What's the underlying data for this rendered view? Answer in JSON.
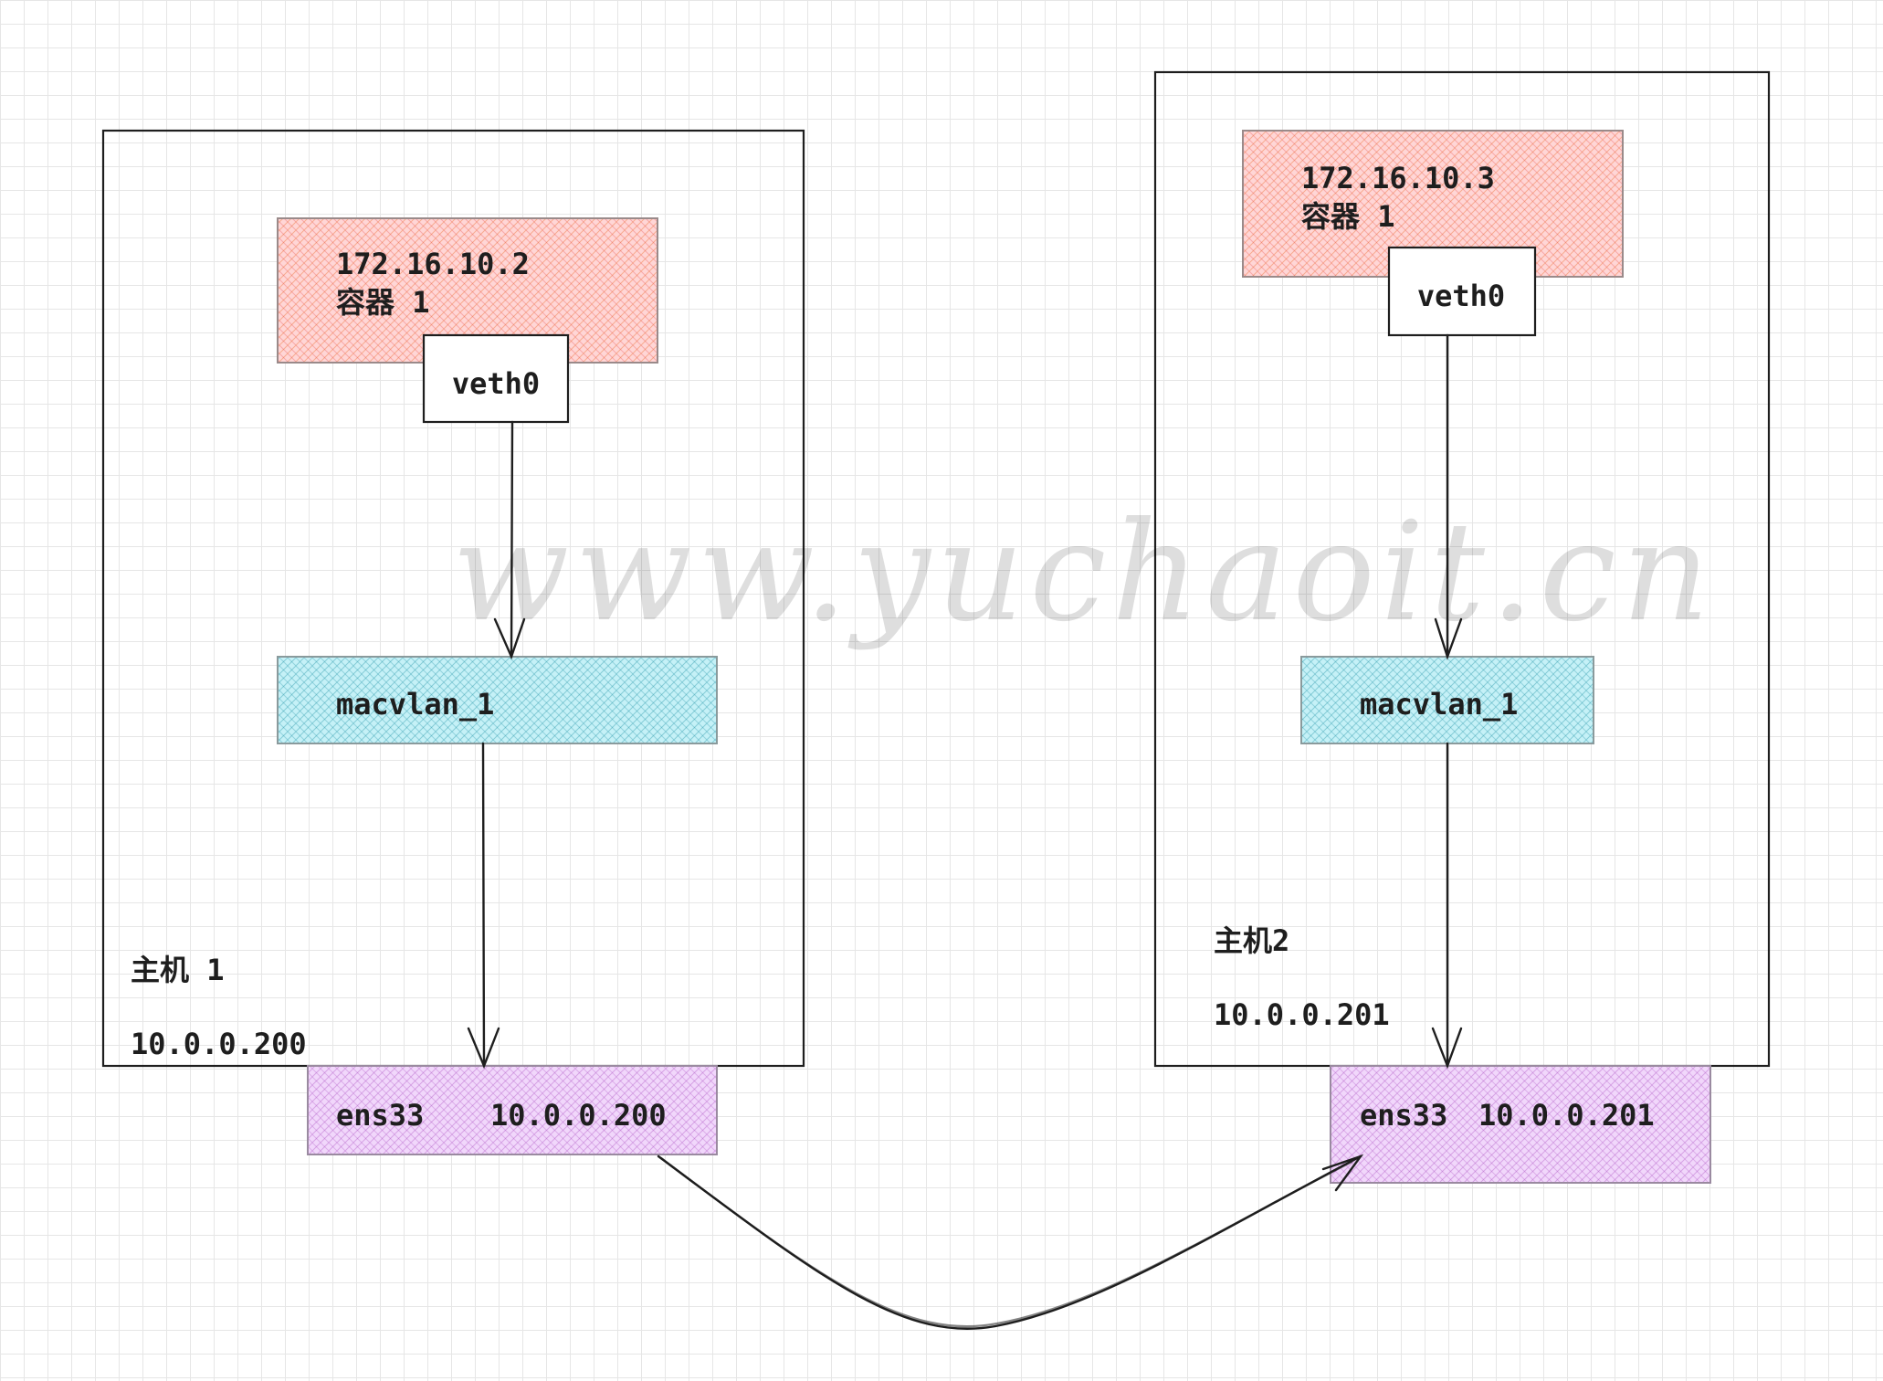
{
  "hosts": [
    {
      "name": "主机 1",
      "ip": "10.0.0.200",
      "container": {
        "ip": "172.16.10.2",
        "label": "容器 1"
      },
      "veth": "veth0",
      "macvlan": "macvlan_1",
      "nic": {
        "name": "ens33",
        "ip": "10.0.0.200"
      }
    },
    {
      "name": "主机2",
      "ip": "10.0.0.201",
      "container": {
        "ip": "172.16.10.3",
        "label": "容器 1"
      },
      "veth": "veth0",
      "macvlan": "macvlan_1",
      "nic": {
        "name": "ens33",
        "ip": "10.0.0.201"
      }
    }
  ],
  "watermark": "www.yuchaoit.cn",
  "colors": {
    "container": "#ffc9c9",
    "container_hatch": "#e03131",
    "macvlan": "#99e9f2",
    "macvlan_hatch": "#0c8599",
    "nic": "#eebefa",
    "nic_hatch": "#9c36b5",
    "stroke": "#1e1e1e"
  }
}
